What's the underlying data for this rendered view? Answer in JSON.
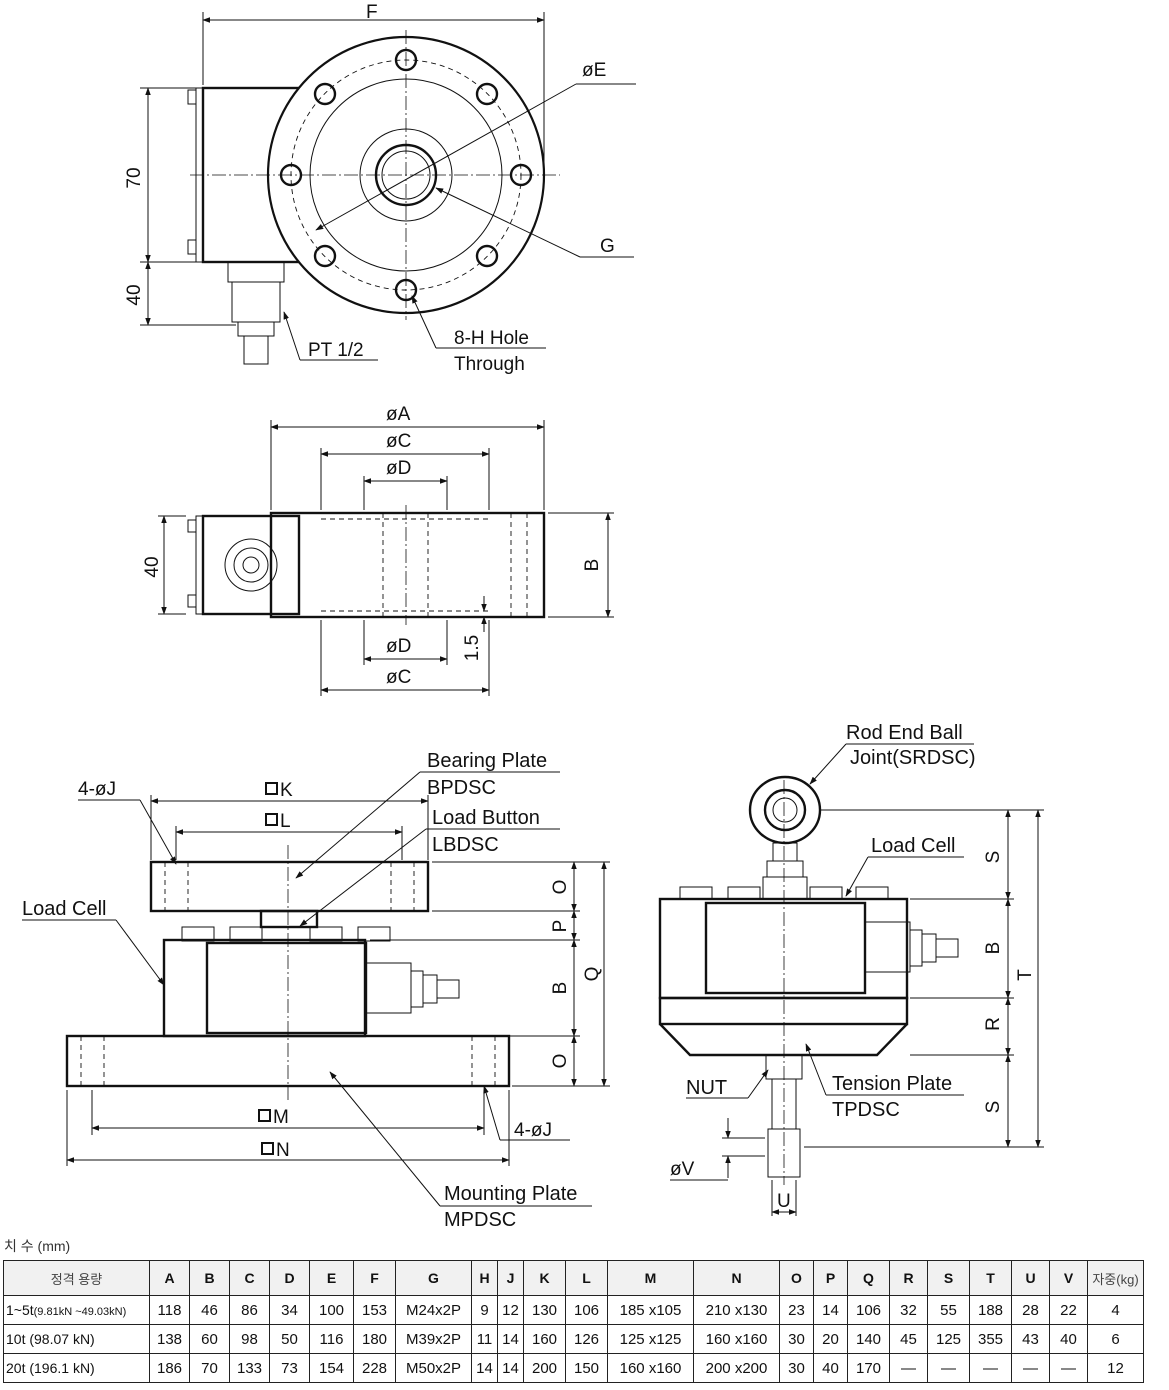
{
  "top_view": {
    "labels": {
      "F": "F",
      "phi_E": "øE",
      "G": "G",
      "dim_70": "70",
      "dim_40": "40",
      "pt": "PT 1/2",
      "hole_line1": "8-H  Hole",
      "hole_line2": "Through"
    }
  },
  "side_view": {
    "labels": {
      "phi_A": "øA",
      "phi_C": "øC",
      "phi_D": "øD",
      "B": "B",
      "dim_40": "40",
      "phi_D_bottom": "øD",
      "dim_15": "1.5",
      "phi_C_bottom": "øC"
    }
  },
  "assembly_view": {
    "labels": {
      "j_top": "4-øJ",
      "K": "K",
      "L": "L",
      "bearing_plate": "Bearing Plate",
      "bpdsc": "BPDSC",
      "load_button": "Load Button",
      "lbdsc": "LBDSC",
      "load_cell": "Load Cell",
      "O_top": "O",
      "P": "P",
      "B": "B",
      "Q": "Q",
      "O_bottom": "O",
      "M": "M",
      "N": "N",
      "j_bottom": "4-øJ",
      "mounting_plate": "Mounting Plate",
      "mpdsc": "MPDSC"
    }
  },
  "tension_view": {
    "labels": {
      "rod_end_line1": "Rod End Ball",
      "rod_end_line2": "Joint(SRDSC)",
      "load_cell": "Load Cell",
      "S_top": "S",
      "B": "B",
      "T": "T",
      "R": "R",
      "S_bottom": "S",
      "nut": "NUT",
      "tension_plate": "Tension Plate",
      "tpdsc": "TPDSC",
      "phi_V": "øV",
      "U": "U"
    }
  },
  "table": {
    "title": "치 수 (mm)",
    "headers": [
      "정격 용량",
      "A",
      "B",
      "C",
      "D",
      "E",
      "F",
      "G",
      "H",
      "J",
      "K",
      "L",
      "M",
      "N",
      "O",
      "P",
      "Q",
      "R",
      "S",
      "T",
      "U",
      "V",
      "자중(kg)"
    ],
    "rows": [
      {
        "capacity": "1~5t",
        "capacity_note": "(9.81kN ~49.03kN)",
        "values": [
          "118",
          "46",
          "86",
          "34",
          "100",
          "153",
          "M24x2P",
          "9",
          "12",
          "130",
          "106",
          "185 x105",
          "210 x130",
          "23",
          "14",
          "106",
          "32",
          "55",
          "188",
          "28",
          "22",
          "4"
        ]
      },
      {
        "capacity": "10t (98.07 kN)",
        "capacity_note": "",
        "values": [
          "138",
          "60",
          "98",
          "50",
          "116",
          "180",
          "M39x2P",
          "11",
          "14",
          "160",
          "126",
          "125 x125",
          "160 x160",
          "30",
          "20",
          "140",
          "45",
          "125",
          "355",
          "43",
          "40",
          "6"
        ]
      },
      {
        "capacity": "20t (196.1 kN)",
        "capacity_note": "",
        "values": [
          "186",
          "70",
          "133",
          "73",
          "154",
          "228",
          "M50x2P",
          "14",
          "14",
          "200",
          "150",
          "160 x160",
          "200 x200",
          "30",
          "40",
          "170",
          "—",
          "—",
          "—",
          "—",
          "—",
          "12"
        ]
      }
    ]
  }
}
